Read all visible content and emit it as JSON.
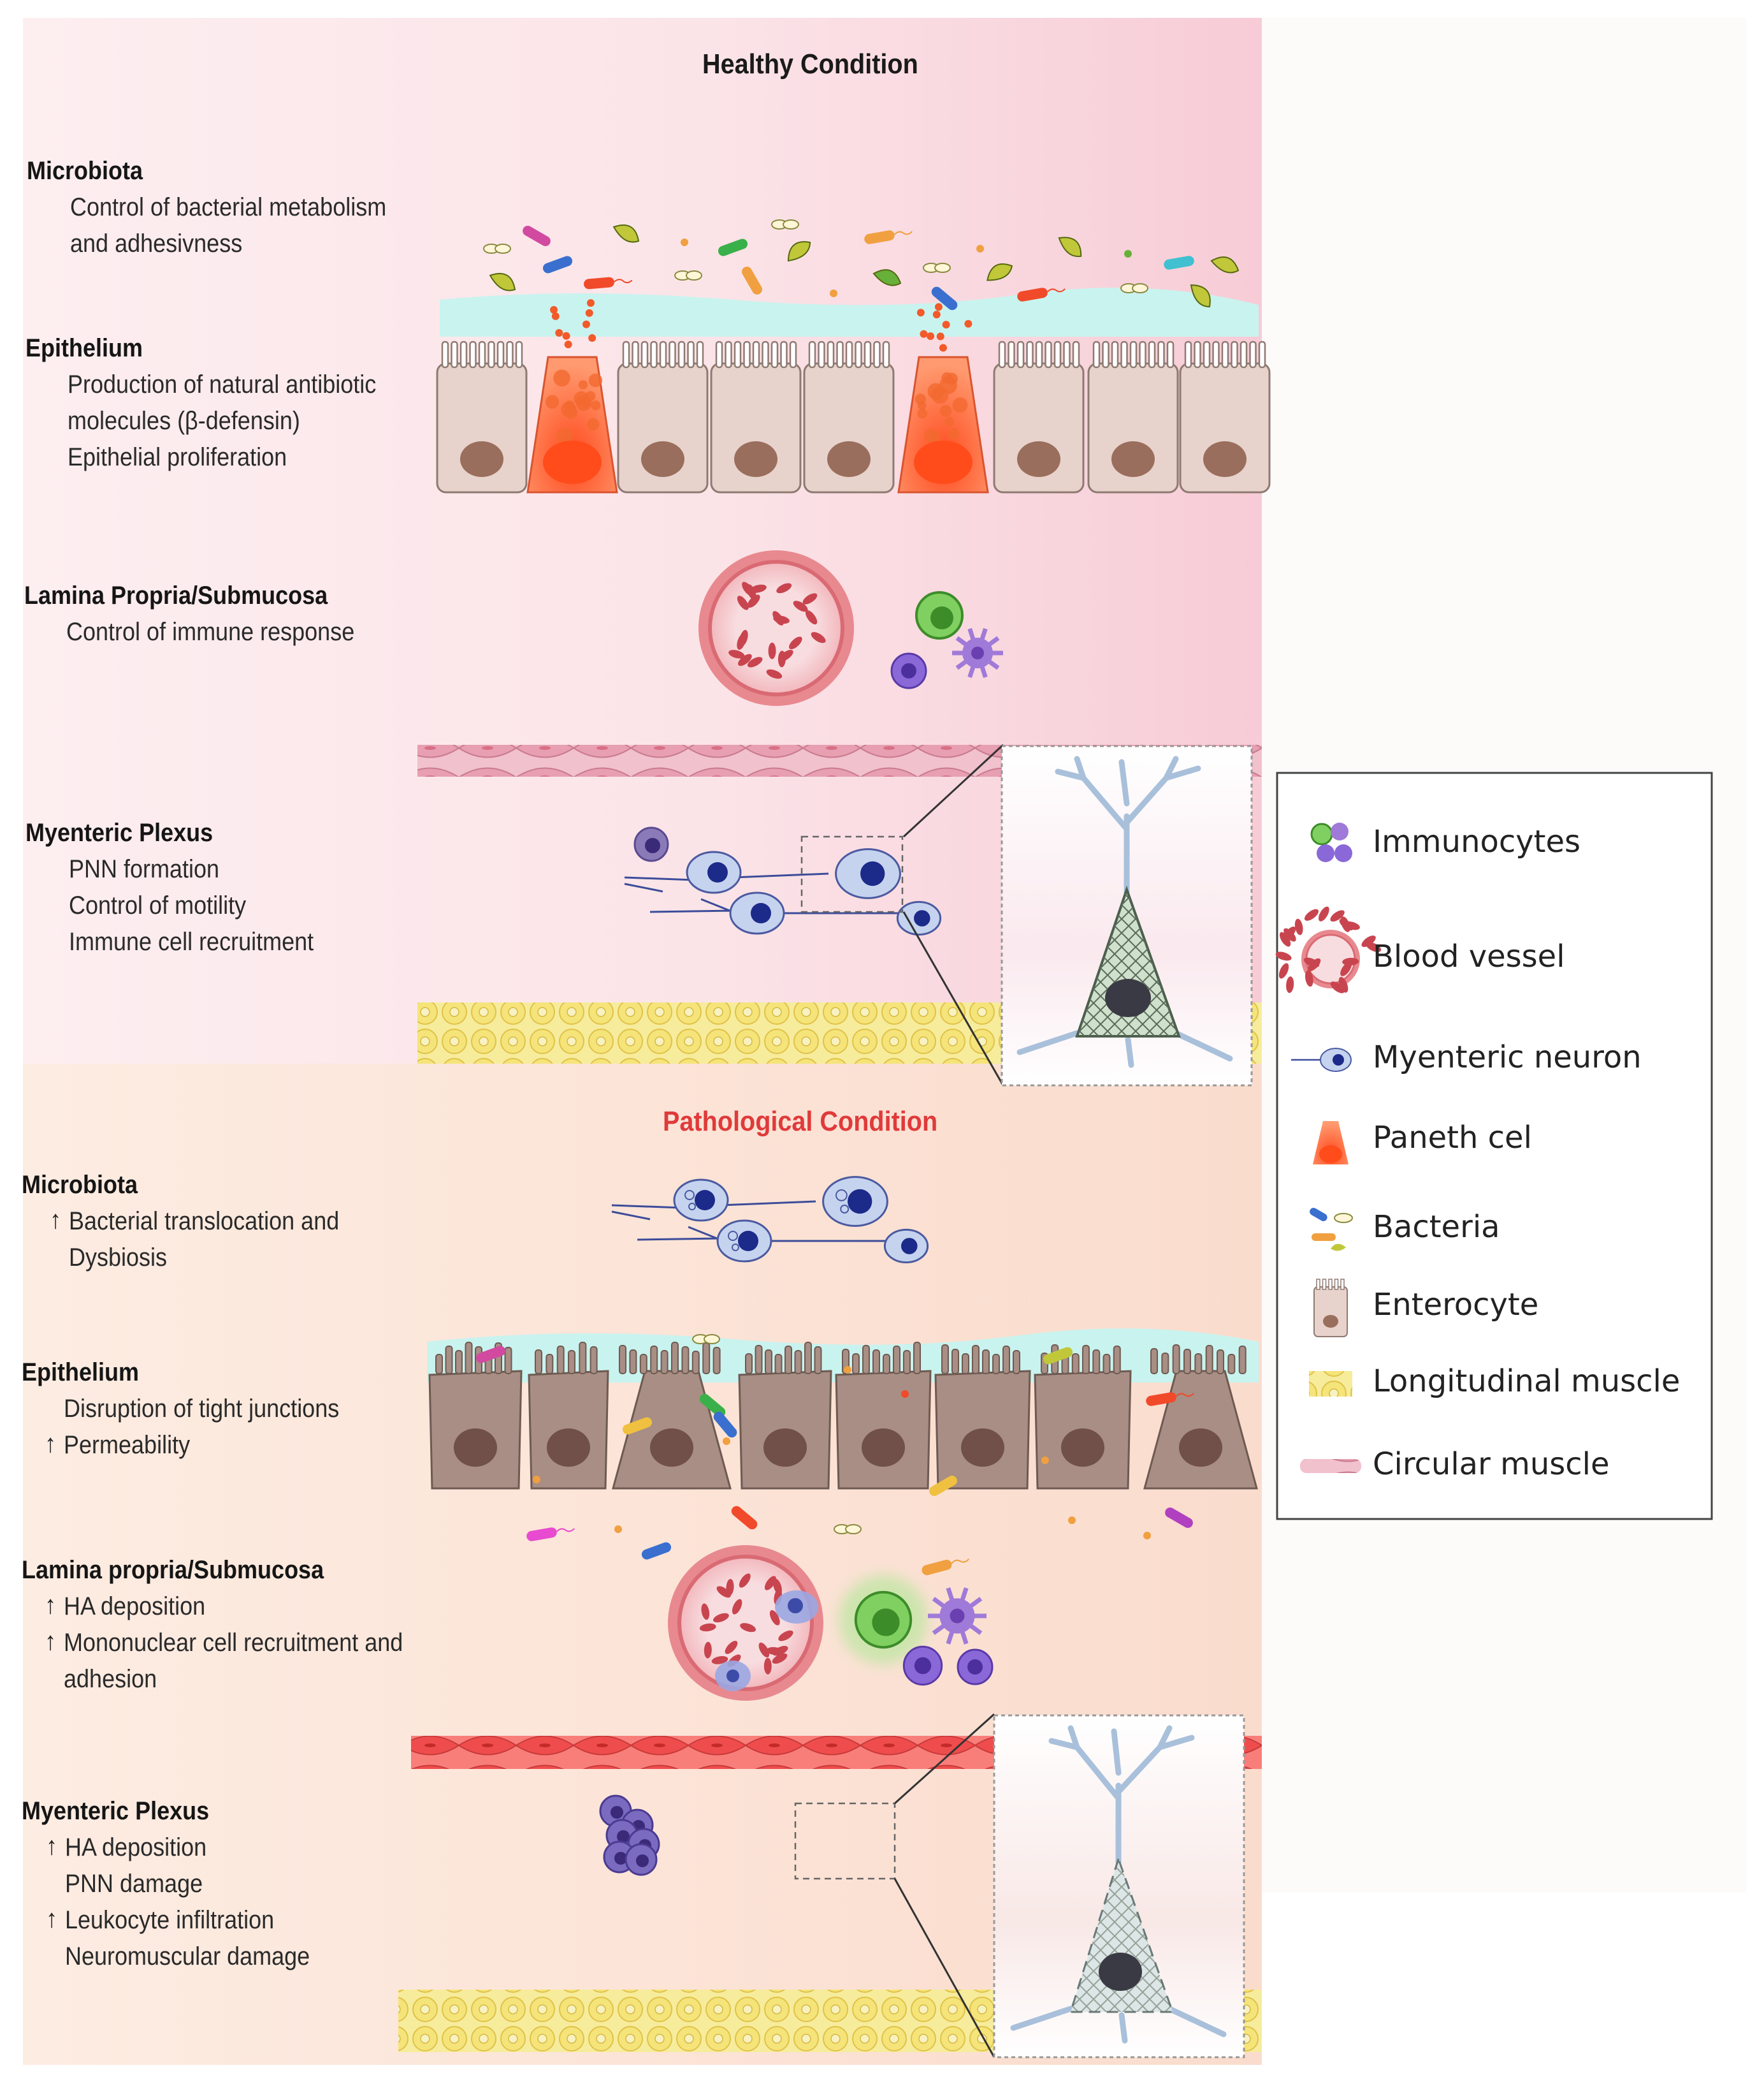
{
  "healthy": {
    "title": "Healthy Condition",
    "sections": [
      {
        "heading": "Microbiota",
        "lines": [
          {
            "text": "Control of bacterial metabolism"
          },
          {
            "text": "and adhesivness"
          }
        ]
      },
      {
        "heading": "Epithelium",
        "lines": [
          {
            "text": "Production of natural antibiotic"
          },
          {
            "text": "molecules (β-defensin)"
          },
          {
            "text": "Epithelial proliferation"
          }
        ]
      },
      {
        "heading": "Lamina Propria/Submucosa",
        "lines": [
          {
            "text": "Control of immune response"
          }
        ]
      },
      {
        "heading": "Myenteric Plexus",
        "lines": [
          {
            "text": "PNN formation"
          },
          {
            "text": "Control of motility"
          },
          {
            "text": "Immune cell recruitment"
          }
        ]
      }
    ]
  },
  "pathological": {
    "title": "Pathological Condition",
    "sections": [
      {
        "heading": "Microbiota",
        "lines": [
          {
            "arrow": "↑",
            "text": "Bacterial translocation and"
          },
          {
            "text": "Dysbiosis"
          }
        ]
      },
      {
        "heading": "Epithelium",
        "lines": [
          {
            "text": "Disruption of  tight junctions"
          },
          {
            "arrow": "↑",
            "text": "Permeability"
          }
        ]
      },
      {
        "heading": "Lamina propria/Submucosa",
        "lines": [
          {
            "arrow": "↑",
            "text": "HA deposition"
          },
          {
            "arrow": "↑",
            "text": "Mononuclear cell  recruitment and"
          },
          {
            "text": "adhesion"
          }
        ]
      },
      {
        "heading": "Myenteric Plexus",
        "lines": [
          {
            "arrow": "↑",
            "text": "HA deposition"
          },
          {
            "text": "PNN damage"
          },
          {
            "arrow": "↑",
            "text": "Leukocyte infiltration"
          },
          {
            "text": "Neuromuscular damage"
          }
        ]
      }
    ]
  },
  "legend": {
    "items": [
      {
        "label": "Immunocytes",
        "icon": "immunocytes-icon"
      },
      {
        "label": "Blood vessel",
        "icon": "blood-vessel-icon"
      },
      {
        "label": "Myenteric neuron",
        "icon": "myenteric-neuron-icon"
      },
      {
        "label": "Paneth cel",
        "icon": "paneth-cell-icon"
      },
      {
        "label": "Bacteria",
        "icon": "bacteria-icon"
      },
      {
        "label": "Enterocyte",
        "icon": "enterocyte-icon"
      },
      {
        "label": "Longitudinal muscle",
        "icon": "longitudinal-muscle-icon"
      },
      {
        "label": "Circular muscle",
        "icon": "circular-muscle-icon"
      }
    ]
  },
  "colors": {
    "healthy_title": "#1a1a1a",
    "pathological_title": "#e03a3a",
    "healthy_bg": "#fbe1e6",
    "pathological_bg": "#fbe3d6",
    "mucus": "#c9f3ef",
    "enterocyte_healthy": "#e7d3cc",
    "enterocyte_damaged": "#a88e84",
    "paneth": "#f86a3f",
    "neuron": "#c6d3ef",
    "nucleus": "#1c2a8a",
    "circular_muscle_healthy": "#e6a2b4",
    "circular_muscle_inflamed": "#f25a5a",
    "longitudinal_muscle": "#f4e488"
  }
}
